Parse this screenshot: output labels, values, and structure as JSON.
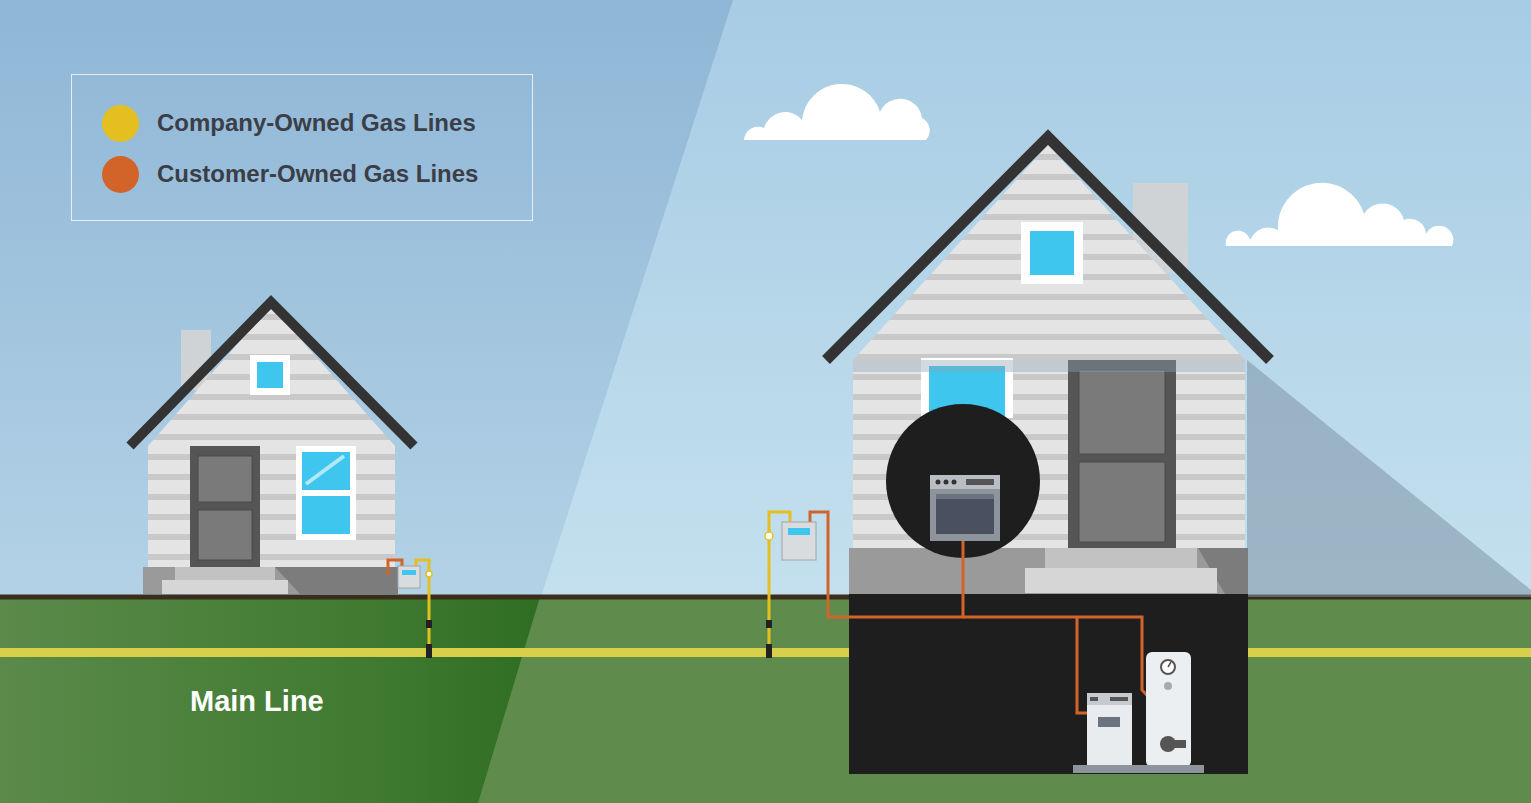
{
  "diagram": {
    "labels": [
      "Main Line"
    ],
    "legend": [
      {
        "text": "Company-Owned Gas Lines",
        "color": "#e3c020"
      },
      {
        "text": "Customer-Owned Gas Lines",
        "color": "#d2642a"
      }
    ]
  }
}
